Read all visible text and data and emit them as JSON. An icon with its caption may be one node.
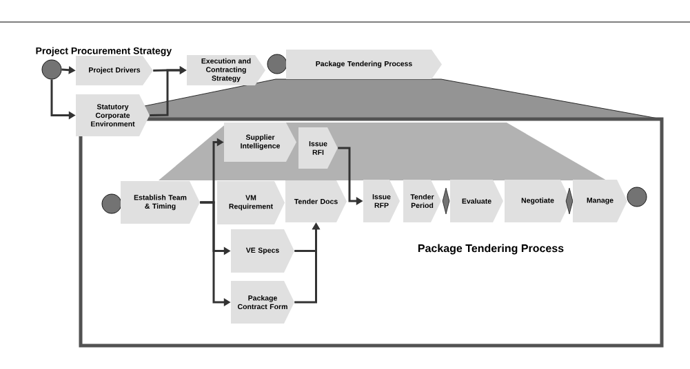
{
  "diagram": {
    "nodes": [
      {
        "text": [],
        "shape": "circle"
      },
      {
        "text": [
          "Project Drivers"
        ]
      },
      {
        "text": [
          "Statutory Corporate Environment"
        ]
      },
      {
        "text": [
          "Execution and Contracting Strategy"
        ]
      },
      {
        "text": [],
        "shape": "circle"
      },
      {
        "text": [
          "Package Tendering Process"
        ]
      },
      {
        "text": [
          "Package Tendering Process"
        ]
      },
      {
        "text": [],
        "shape": "circle",
        "in": 6
      },
      {
        "text": [
          "Establish Team & Timing"
        ],
        "in": 6
      },
      {
        "text": [
          "Supplier Intelligence"
        ],
        "in": 6
      },
      {
        "text": [
          "Issue RFI"
        ],
        "in": 6
      },
      {
        "text": [
          "VM Requirement"
        ],
        "in": 6
      },
      {
        "text": [
          "Tender Docs"
        ],
        "in": 6
      },
      {
        "text": [
          "VE Specs"
        ],
        "in": 6
      },
      {
        "text": [
          "Package Contract Form"
        ],
        "in": 6
      },
      {
        "text": [
          "Issue RFP"
        ],
        "in": 6
      },
      {
        "text": [
          "Tender Period"
        ],
        "in": 6
      },
      {
        "text": [],
        "shape": "diamond",
        "in": 6
      },
      {
        "text": [
          "Evaluate"
        ],
        "in": 6
      },
      {
        "text": [
          "Negotiate"
        ],
        "in": 6
      },
      {
        "text": [],
        "shape": "diamond",
        "in": 6
      },
      {
        "text": [
          "Manage"
        ],
        "in": 6
      },
      {
        "text": [],
        "shape": "circle",
        "in": 6
      }
    ],
    "edges": [
      {
        "from": 0,
        "to": 1,
        "arrow": "to"
      },
      {
        "from": 0,
        "to": 2,
        "arrow": "to"
      },
      {
        "from": 1,
        "to": 3,
        "arrow": "to"
      },
      {
        "from": 2,
        "to": 3,
        "arrow": "to"
      },
      {
        "from": 8,
        "to": 9,
        "arrow": "to"
      },
      {
        "from": 8,
        "to": 13,
        "arrow": "to"
      },
      {
        "from": 8,
        "to": 14,
        "arrow": "to"
      },
      {
        "from": 10,
        "to": 15,
        "arrow": "to"
      },
      {
        "from": 13,
        "to": 12,
        "arrow": "to"
      },
      {
        "from": 14,
        "to": 12,
        "arrow": "to"
      }
    ],
    "labels": [
      "Project Procurement Strategy"
    ]
  }
}
